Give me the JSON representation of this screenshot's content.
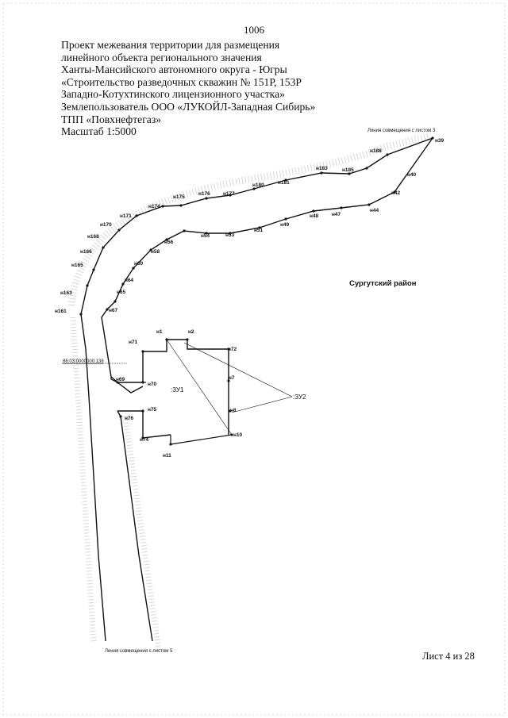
{
  "page_number": "1006",
  "title_lines": [
    "Проект межевания территории для размещения",
    "линейного объекта регионального значения",
    "Ханты-Мансийского автономного округа - Югры",
    "«Строительство разведочных скважин № 151Р, 153Р",
    "Западно-Котухтинского лицензионного участка»",
    "Землепользователь ООО «ЛУКОЙЛ-Западная Сибирь»",
    "ТПП «Повхнефтегаз»"
  ],
  "scale": "Масштаб 1:5000",
  "sheet": "Лист 4 из 28",
  "map": {
    "district_label": "Сургутский район",
    "match_line_top": "Линия совмещения с листом 3",
    "match_line_bottom": "Линия совмещения с листом 5",
    "cadastral_number": "86:03:0000000:138",
    "zone1_label": ":ЗУ1",
    "zone2_label": ":ЗУ2",
    "point_labels": {
      "n39": "н39",
      "n40": "н40",
      "n42": "н42",
      "n44": "н44",
      "n47": "н47",
      "n48": "н48",
      "n49": "н49",
      "n51": "н51",
      "n53": "н53",
      "n54": "н54",
      "n56": "н56",
      "n58": "н58",
      "n60": "н60",
      "n64": "н64",
      "n65": "н65",
      "n67": "н67",
      "n69": "н69",
      "n70": "н70",
      "n71": "н71",
      "n72": "н72",
      "n1": "н1",
      "n2": "н2",
      "n7": "н7",
      "n8": "н8",
      "n10": "н10",
      "n11": "н11",
      "n74": "н74",
      "n75": "н75",
      "n76": "н76",
      "n161": "н161",
      "n163": "н163",
      "n165": "н165",
      "n166": "н166",
      "n168": "н168",
      "n170": "н170",
      "n171": "н171",
      "n174": "н174",
      "n175": "н175",
      "n176": "н176",
      "n177": "н177",
      "n180": "н180",
      "n181": "н181",
      "n183": "н183",
      "n185": "н185",
      "n188": "н188"
    }
  }
}
